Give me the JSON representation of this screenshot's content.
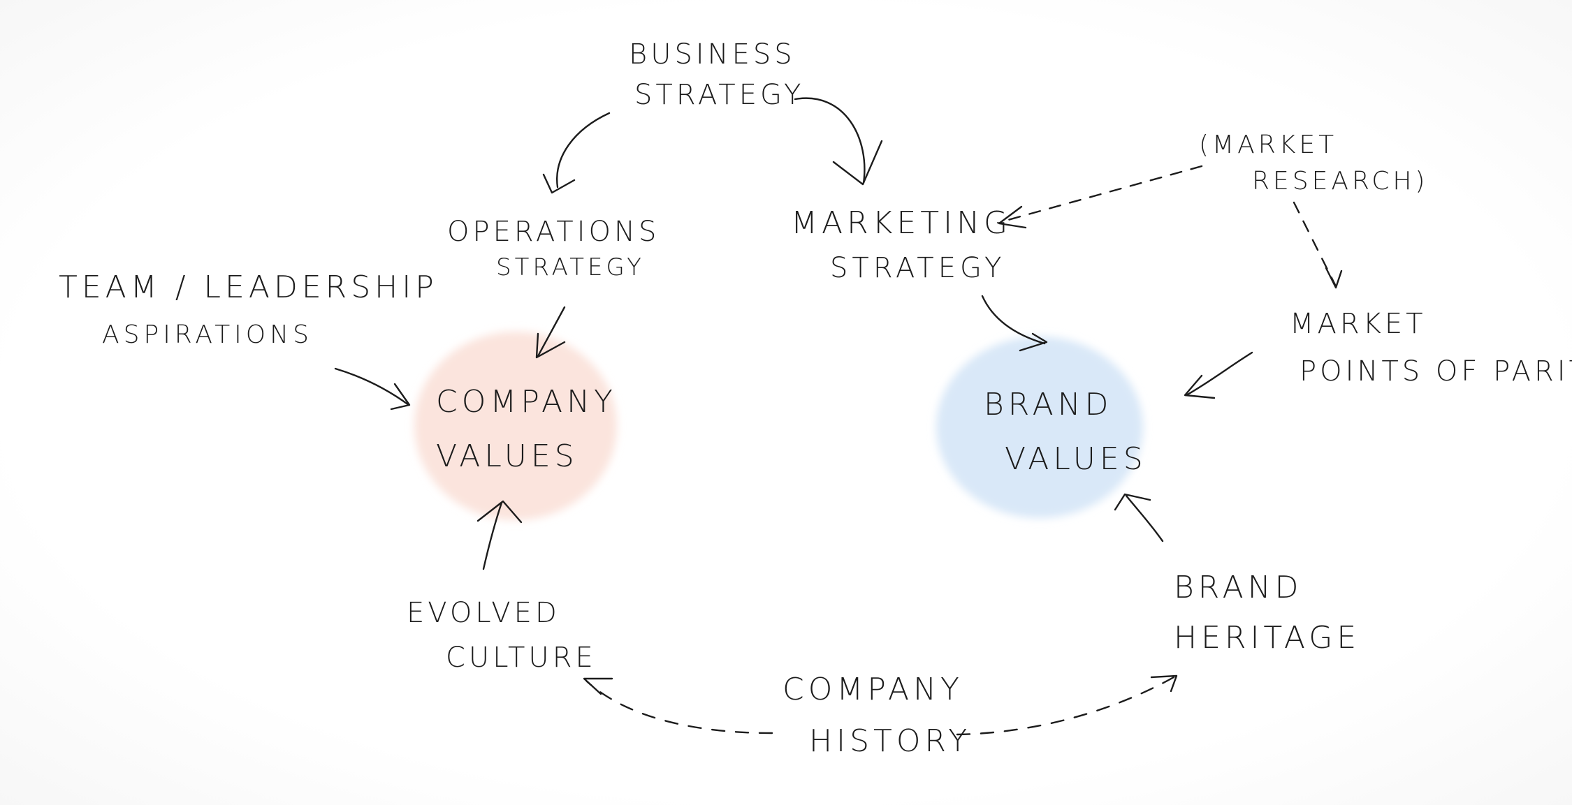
{
  "nodes": {
    "business_strategy": {
      "line1": "Business",
      "line2": "Strategy"
    },
    "operations_strategy": {
      "line1": "Operations",
      "line2": "Strategy"
    },
    "marketing_strategy": {
      "line1": "Marketing",
      "line2": "Strategy"
    },
    "market_research": {
      "line1": "(Market",
      "line2": "Research)"
    },
    "team_leadership": {
      "line1": "Team / Leadership",
      "line2": "Aspirations"
    },
    "company_values": {
      "line1": "Company",
      "line2": "Values"
    },
    "brand_values": {
      "line1": "Brand",
      "line2": "Values"
    },
    "market_parity": {
      "line1": "Market",
      "line2": "Points of Parity"
    },
    "evolved_culture": {
      "line1": "Evolved",
      "line2": "Culture"
    },
    "brand_heritage": {
      "line1": "Brand",
      "line2": "Heritage"
    },
    "company_history": {
      "line1": "Company",
      "line2": "History"
    }
  },
  "colors": {
    "ink": "#1c1c1c",
    "company_values_fill": "#fbe4dd",
    "brand_values_fill": "#d9e8f8"
  }
}
